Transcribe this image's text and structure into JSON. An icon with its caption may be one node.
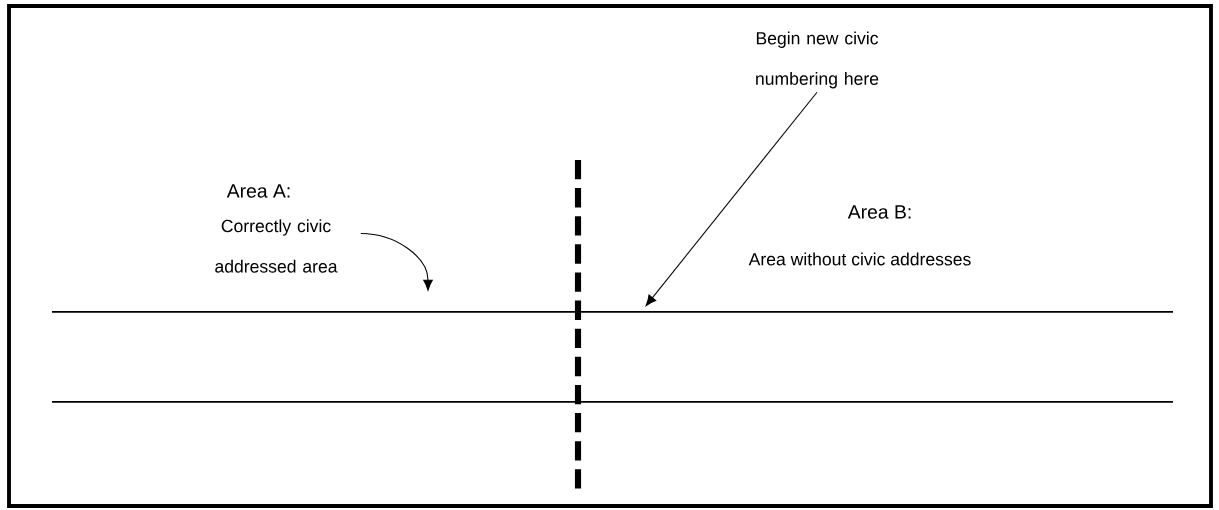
{
  "diagram": {
    "nodes": [
      {
        "text": [
          "Correctly civic addressed area"
        ]
      },
      {
        "text": [
          "Begin new civic numbering here"
        ]
      }
    ],
    "edges": [
      {
        "from": 0,
        "to": null,
        "arrow": "to"
      },
      {
        "from": 1,
        "to": null,
        "arrow": "to"
      }
    ],
    "labels": [
      "Area A:",
      "Area B:",
      "Area without civic addresses"
    ]
  }
}
